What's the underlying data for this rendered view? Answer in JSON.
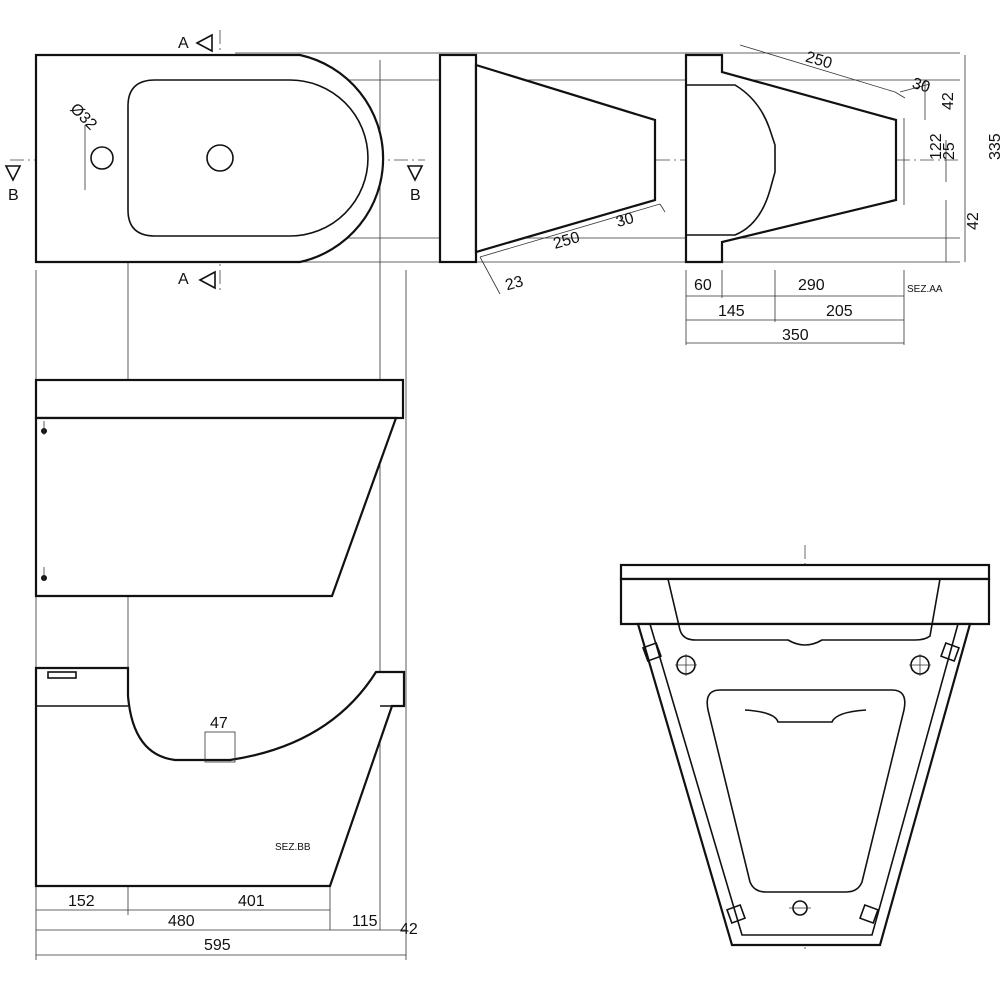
{
  "section_markers": {
    "a_top": "A",
    "a_bottom": "A",
    "b_left": "B",
    "b_right": "B"
  },
  "top_view": {
    "hole_diameter": "Ø32"
  },
  "side_view": {
    "dim_250": "250",
    "dim_30": "30",
    "dim_23": "23"
  },
  "section_aa": {
    "label": "SEZ.AA",
    "dim_250": "250",
    "dim_30": "30",
    "dim_42_top": "42",
    "dim_122": "122",
    "dim_25": "25",
    "dim_335": "335",
    "dim_42_bottom": "42",
    "dim_60": "60",
    "dim_290": "290",
    "dim_145": "145",
    "dim_205": "205",
    "dim_350": "350"
  },
  "section_bb": {
    "label": "SEZ.BB",
    "dim_47": "47",
    "dim_152": "152",
    "dim_401": "401",
    "dim_480": "480",
    "dim_115": "115",
    "dim_42": "42",
    "dim_595": "595"
  }
}
